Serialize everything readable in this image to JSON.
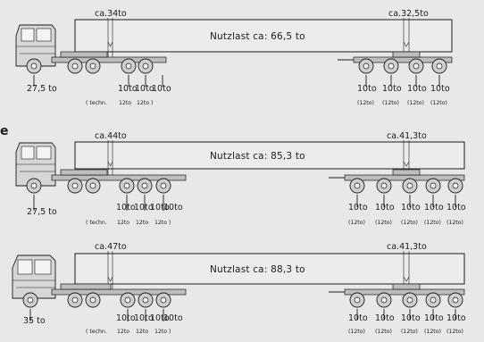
{
  "page_marker": "e",
  "configs": [
    {
      "id": "config-1",
      "payload": "Nutzlast ca: 66,5 to",
      "front_load": "ca.34to",
      "rear_load": "ca.32,5to",
      "steer_axle": "27,5 to",
      "tractor_axles": [
        "10to",
        "10to",
        "10to"
      ],
      "tractor_notes": [
        "( techn.",
        "12to",
        "12to )"
      ],
      "dolly_axles": [
        "10to",
        "10to",
        "10to",
        "10to"
      ],
      "dolly_notes": [
        "(12to)",
        "(12to)",
        "(12to)",
        "(12to)"
      ]
    },
    {
      "id": "config-2",
      "payload": "Nutzlast ca: 85,3 to",
      "front_load": "ca.44to",
      "rear_load": "ca.41,3to",
      "steer_axle": "27,5 to",
      "tractor_axles": [
        "10to",
        "10to",
        "10to",
        "10to"
      ],
      "tractor_notes": [
        "( techn.",
        "12to",
        "12to",
        "12to )"
      ],
      "dolly_axles": [
        "10to",
        "10to",
        "10to",
        "10to",
        "10to"
      ],
      "dolly_notes": [
        "(12to)",
        "(12to)",
        "(12to)",
        "(12to)",
        "(12to)"
      ]
    },
    {
      "id": "config-3",
      "payload": "Nutzlast ca: 88,3 to",
      "front_load": "ca.47to",
      "rear_load": "ca.41,3to",
      "steer_axle": "35 to",
      "tractor_axles": [
        "10to",
        "10to",
        "10to",
        "10to"
      ],
      "tractor_notes": [
        "( techn.",
        "12to",
        "12to",
        "12to )"
      ],
      "dolly_axles": [
        "10to",
        "10to",
        "10to",
        "10to",
        "10to"
      ],
      "dolly_notes": [
        "(12to)",
        "(12to)",
        "(12to)",
        "(12to)",
        "(12to)"
      ]
    }
  ]
}
